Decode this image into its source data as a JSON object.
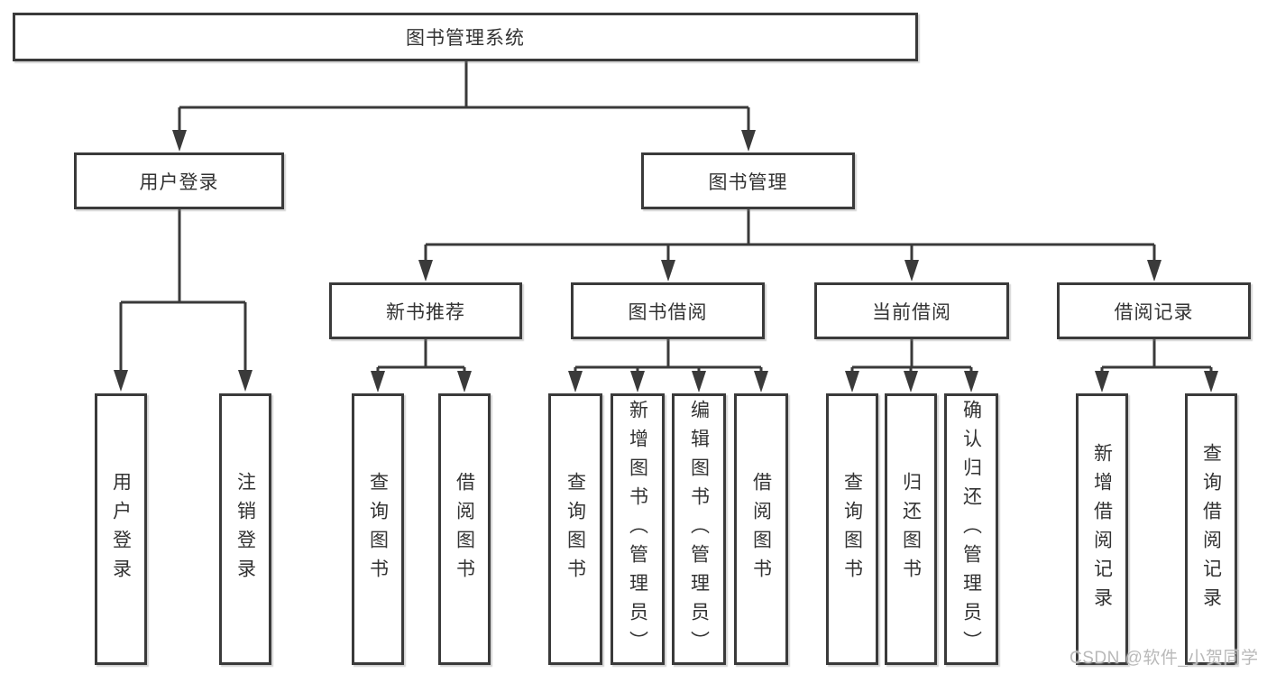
{
  "title": "图书管理系统",
  "watermark": "CSDN @软件_小贺同学",
  "colors": {
    "background": "#ffffff",
    "line": "#3a3a3a",
    "box_border": "#3a3a3a",
    "box_fill": "#ffffff",
    "text": "#333333",
    "watermark": "#b9b9b9"
  },
  "nodes": {
    "root": "图书管理系统",
    "user_login": "用户登录",
    "book_mgmt": "图书管理",
    "new_book_rec": "新书推荐",
    "book_borrow": "图书借阅",
    "current_borrow": "当前借阅",
    "borrow_records": "借阅记录",
    "ul_login": "用户登录",
    "ul_logout": "注销登录",
    "nbr_query": "查询图书",
    "nbr_borrow": "借阅图书",
    "bb_query": "查询图书",
    "bb_add": "新增图书（管理员）",
    "bb_edit": "编辑图书（管理员）",
    "bb_borrow": "借阅图书",
    "cb_query": "查询图书",
    "cb_return": "归还图书",
    "cb_confirm": "确认归还（管理员）",
    "br_add": "新增借阅记录",
    "br_query": "查询借阅记录"
  },
  "hierarchy": {
    "图书管理系统": {
      "用户登录": [
        "用户登录",
        "注销登录"
      ],
      "图书管理": {
        "新书推荐": [
          "查询图书",
          "借阅图书"
        ],
        "图书借阅": [
          "查询图书",
          "新增图书（管理员）",
          "编辑图书（管理员）",
          "借阅图书"
        ],
        "当前借阅": [
          "查询图书",
          "归还图书",
          "确认归还（管理员）"
        ],
        "借阅记录": [
          "新增借阅记录",
          "查询借阅记录"
        ]
      }
    }
  }
}
